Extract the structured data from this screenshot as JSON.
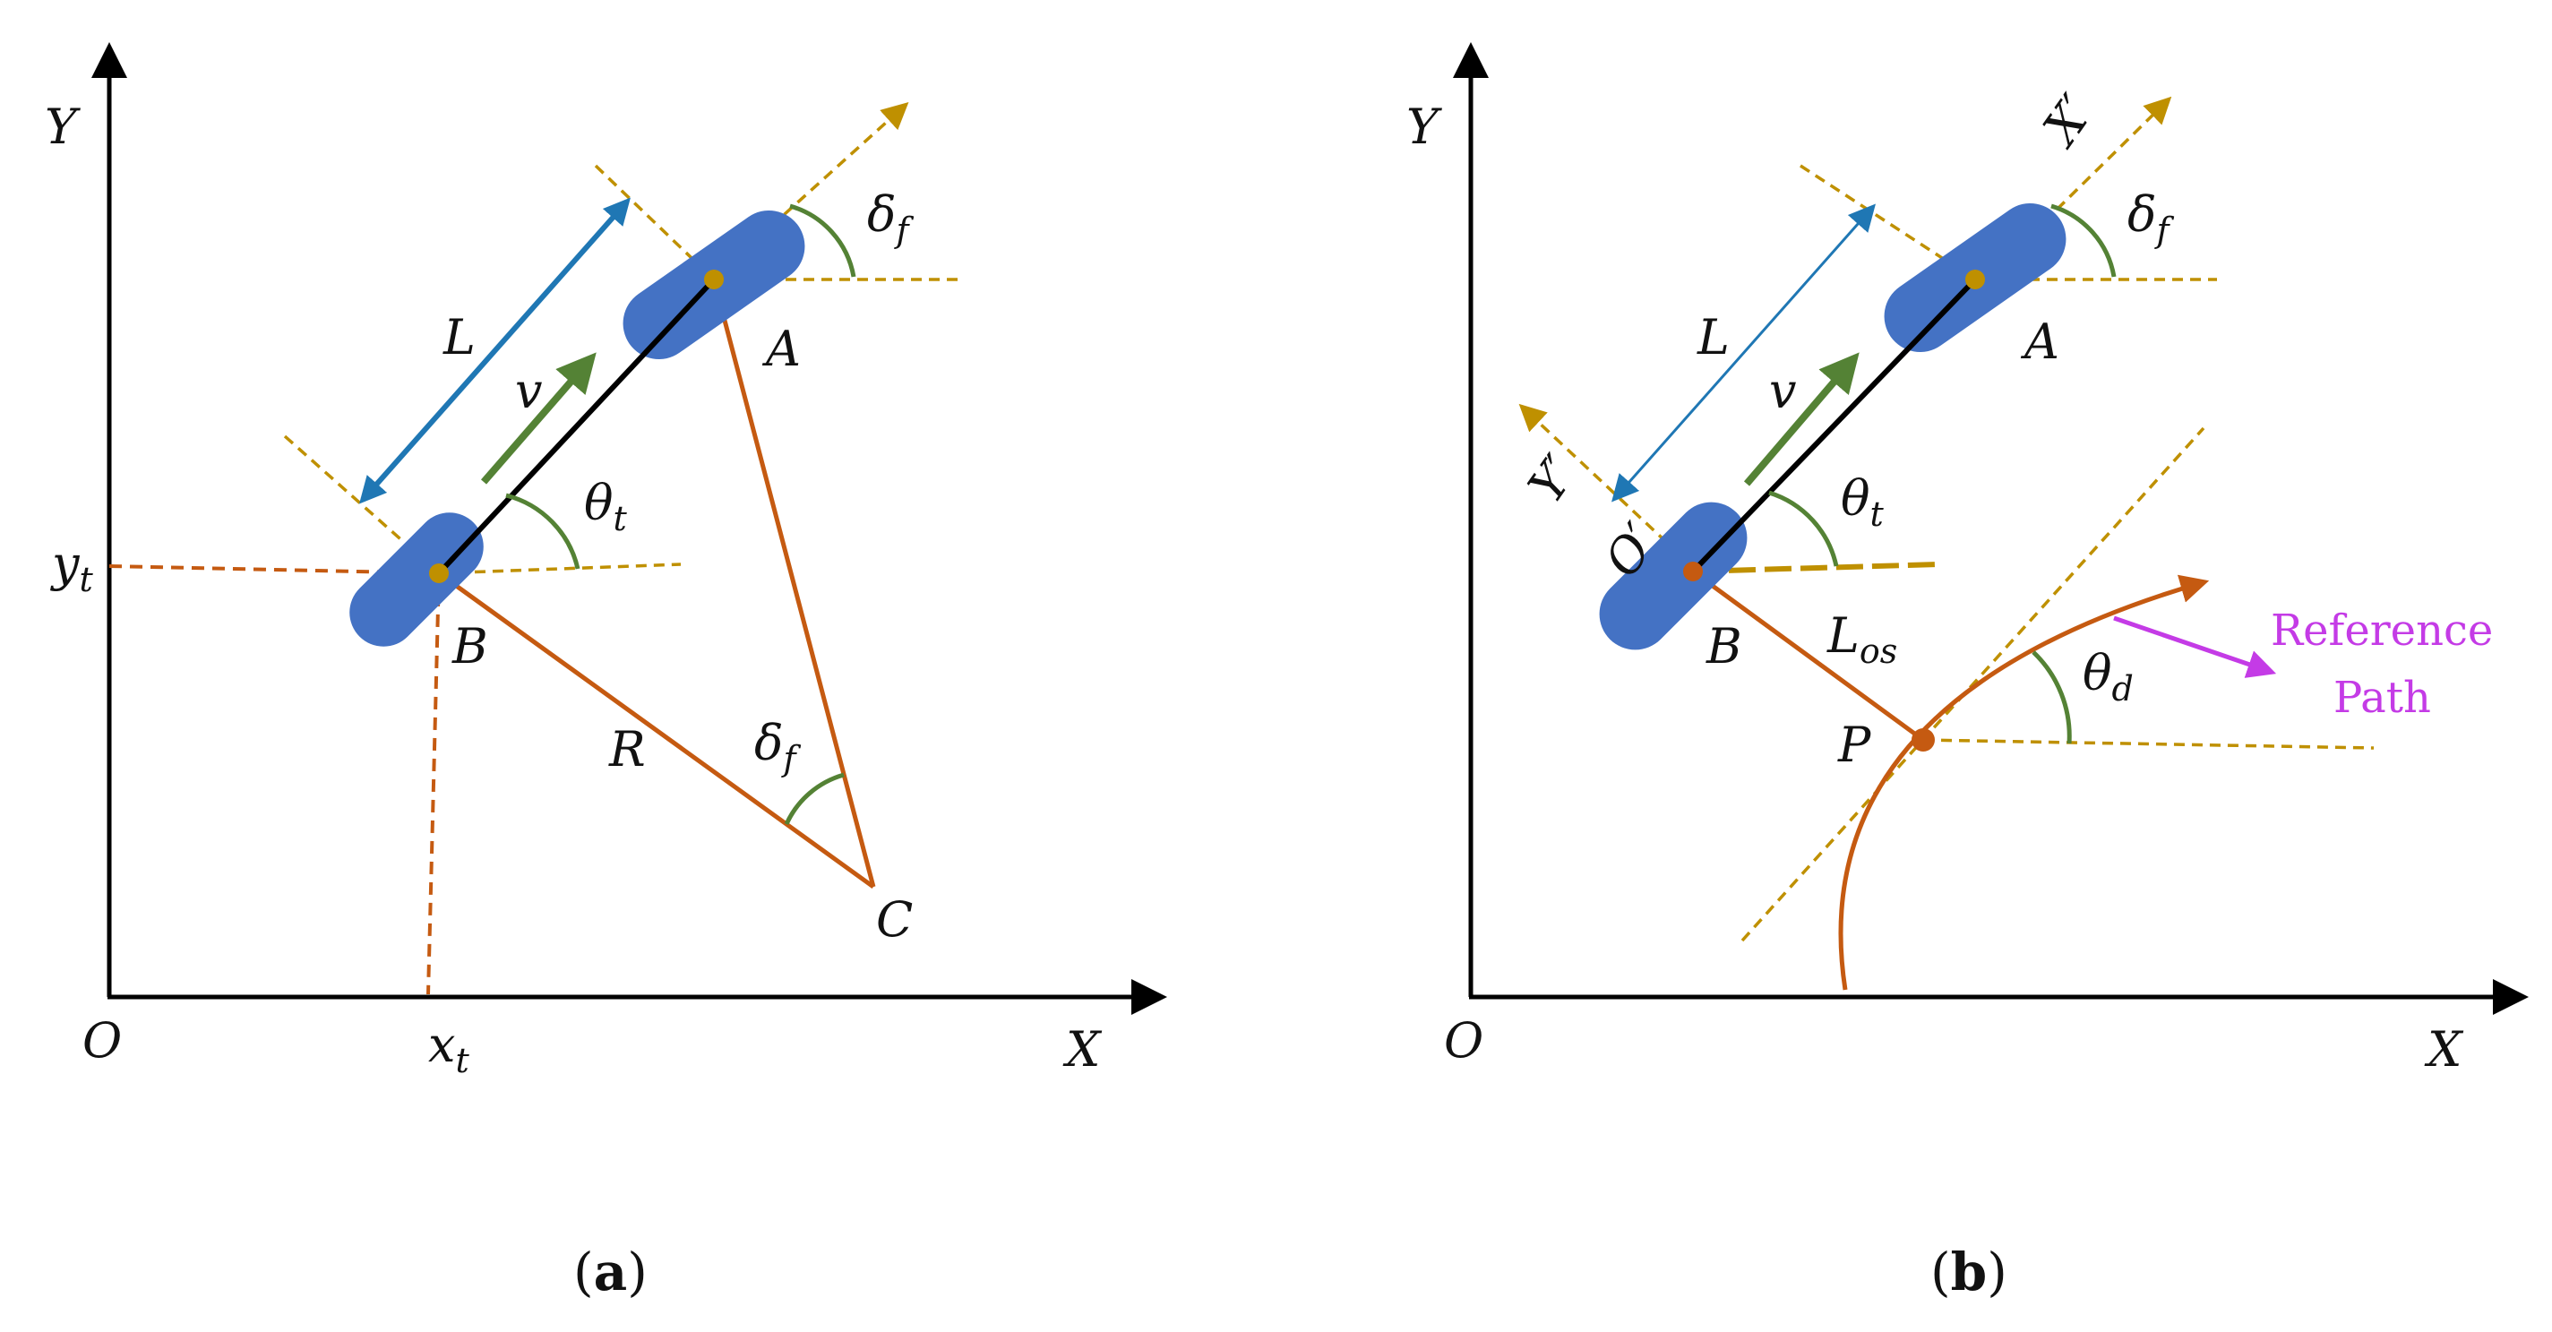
{
  "colors": {
    "axis": "#000000",
    "body": "#4472c4",
    "wheelbase": "#1f77b4",
    "velocity": "#548235",
    "angle_arc": "#548235",
    "orange": "#c55a11",
    "dashed_gold": "#bf9000",
    "reference": "#c43be6"
  },
  "panel_a": {
    "axis_y": "Y",
    "axis_x": "X",
    "origin": "O",
    "y_tick": "y",
    "y_tick_sub": "t",
    "x_tick": "x",
    "x_tick_sub": "t",
    "wheelbase": "L",
    "velocity": "v",
    "heading": "θ",
    "heading_sub": "t",
    "steer_top": "δ",
    "steer_top_sub": "f",
    "steer_c": "δ",
    "steer_c_sub": "f",
    "point_a": "A",
    "point_b": "B",
    "point_c": "C",
    "radius": "R",
    "caption_open": "(",
    "caption_letter": "a",
    "caption_close": ")"
  },
  "panel_b": {
    "axis_y": "Y",
    "axis_x": "X",
    "origin": "O",
    "local_x": "X′",
    "local_y": "Y′",
    "local_origin": "O′",
    "wheelbase": "L",
    "velocity": "v",
    "heading": "θ",
    "heading_sub": "t",
    "steer": "δ",
    "steer_sub": "f",
    "point_a": "A",
    "point_b": "B",
    "point_p": "P",
    "offset": "L",
    "offset_sub": "os",
    "path_angle": "θ",
    "path_angle_sub": "d",
    "reference_line1": "Reference",
    "reference_line2": "Path",
    "caption_open": "(",
    "caption_letter": "b",
    "caption_close": ")"
  }
}
